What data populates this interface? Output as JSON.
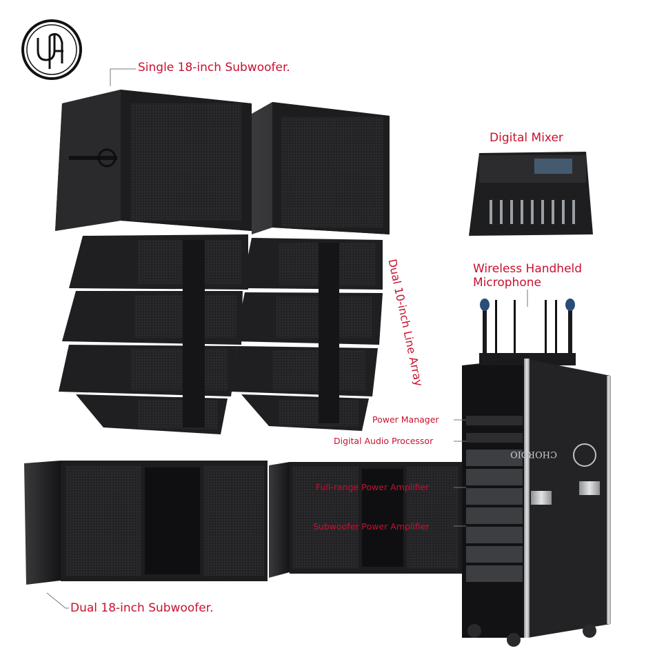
{
  "brand": {
    "logo_name": "chordio-logo",
    "monogram": "UA",
    "case_text": "CHORDIO"
  },
  "labels": {
    "single_sub": "Single 18-inch Subwoofer.",
    "line_array": "Dual 10-inch Line Array",
    "dual_sub": "Dual 18-inch Subwoofer.",
    "mixer": "Digital Mixer",
    "mic_line1": "Wireless Handheld",
    "mic_line2": "Microphone",
    "power_manager": "Power Manager",
    "processor": "Digital Audio Processor",
    "full_range_amp": "Full-range Power Amplifier",
    "sub_amp": "Subwoofer Power Amplifier"
  },
  "colors": {
    "label_red": "#c8102e",
    "speaker_black": "#1d1d1f",
    "grille": "#2b2b2e",
    "case_metal": "#b9bbbe"
  }
}
